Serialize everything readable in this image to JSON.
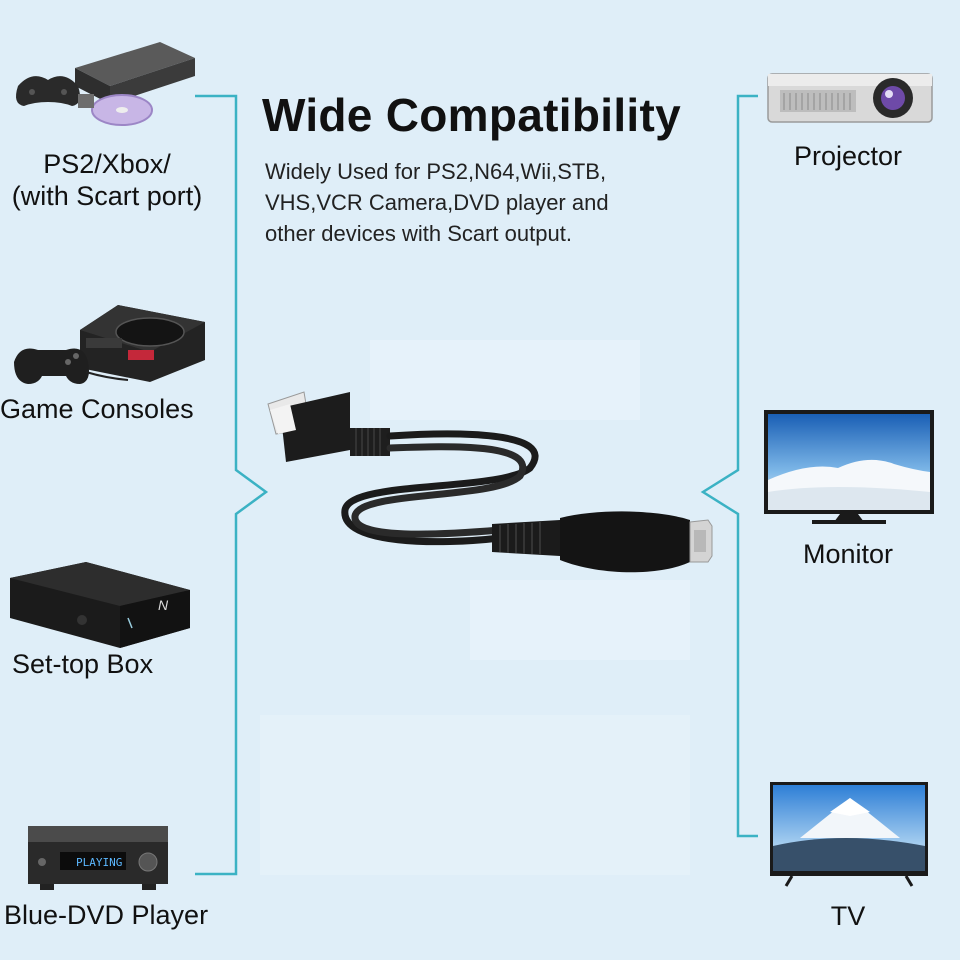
{
  "heading": {
    "title": "Wide Compatibility",
    "subtitle_lines": [
      "Widely Used for PS2,N64,Wii,STB,",
      "VHS,VCR Camera,DVD player and",
      "other devices with Scart output."
    ]
  },
  "left_devices": [
    {
      "label_lines": [
        "PS2/Xbox/",
        "(with Scart port)"
      ],
      "icon": "ps2-console-icon"
    },
    {
      "label_lines": [
        "Game Consoles"
      ],
      "icon": "game-console-icon"
    },
    {
      "label_lines": [
        "Set-top Box"
      ],
      "icon": "set-top-box-icon"
    },
    {
      "label_lines": [
        "Blue-DVD Player"
      ],
      "icon": "dvd-player-icon",
      "display_text": "PLAYING"
    }
  ],
  "right_devices": [
    {
      "label_lines": [
        "Projector"
      ],
      "icon": "projector-icon"
    },
    {
      "label_lines": [
        "Monitor"
      ],
      "icon": "monitor-icon"
    },
    {
      "label_lines": [
        "TV"
      ],
      "icon": "tv-icon"
    }
  ],
  "colors": {
    "background": "#dfeef8",
    "bracket_line": "#3bb2c4",
    "cable": "#1b1b1b"
  }
}
